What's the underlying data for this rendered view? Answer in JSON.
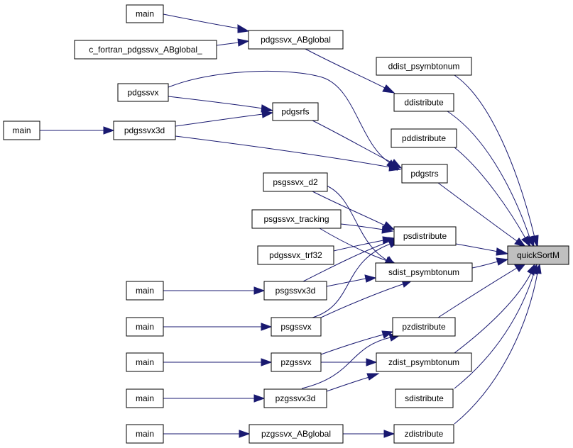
{
  "nodes": {
    "quickSortM": "quickSortM",
    "main_1": "main",
    "c_fortran_pdgssvx_ABglobal": "c_fortran_pdgssvx_ABglobal_",
    "pdgssvx_ABglobal": "pdgssvx_ABglobal",
    "ddist_psymbtonum": "ddist_psymbtonum",
    "ddistribute": "ddistribute",
    "pdgssvx": "pdgssvx",
    "pdgsrfs": "pdgsrfs",
    "main_2": "main",
    "pdgssvx3d": "pdgssvx3d",
    "pddistribute": "pddistribute",
    "pdgstrs": "pdgstrs",
    "psgssvx_d2": "psgssvx_d2",
    "psgssvx_tracking": "psgssvx_tracking",
    "psdistribute": "psdistribute",
    "pdgssvx_trf32": "pdgssvx_trf32",
    "sdist_psymbtonum": "sdist_psymbtonum",
    "main_3": "main",
    "psgssvx3d": "psgssvx3d",
    "main_4": "main",
    "psgssvx": "psgssvx",
    "pzdistribute": "pzdistribute",
    "main_5": "main",
    "pzgssvx": "pzgssvx",
    "zdist_psymbtonum": "zdist_psymbtonum",
    "main_6": "main",
    "pzgssvx3d": "pzgssvx3d",
    "sdistribute": "sdistribute",
    "main_7": "main",
    "pzgssvx_ABglobal": "pzgssvx_ABglobal",
    "zdistribute": "zdistribute"
  },
  "colors": {
    "edge": "#191970",
    "node_border": "#000000",
    "root_fill": "#bfbfbf"
  }
}
